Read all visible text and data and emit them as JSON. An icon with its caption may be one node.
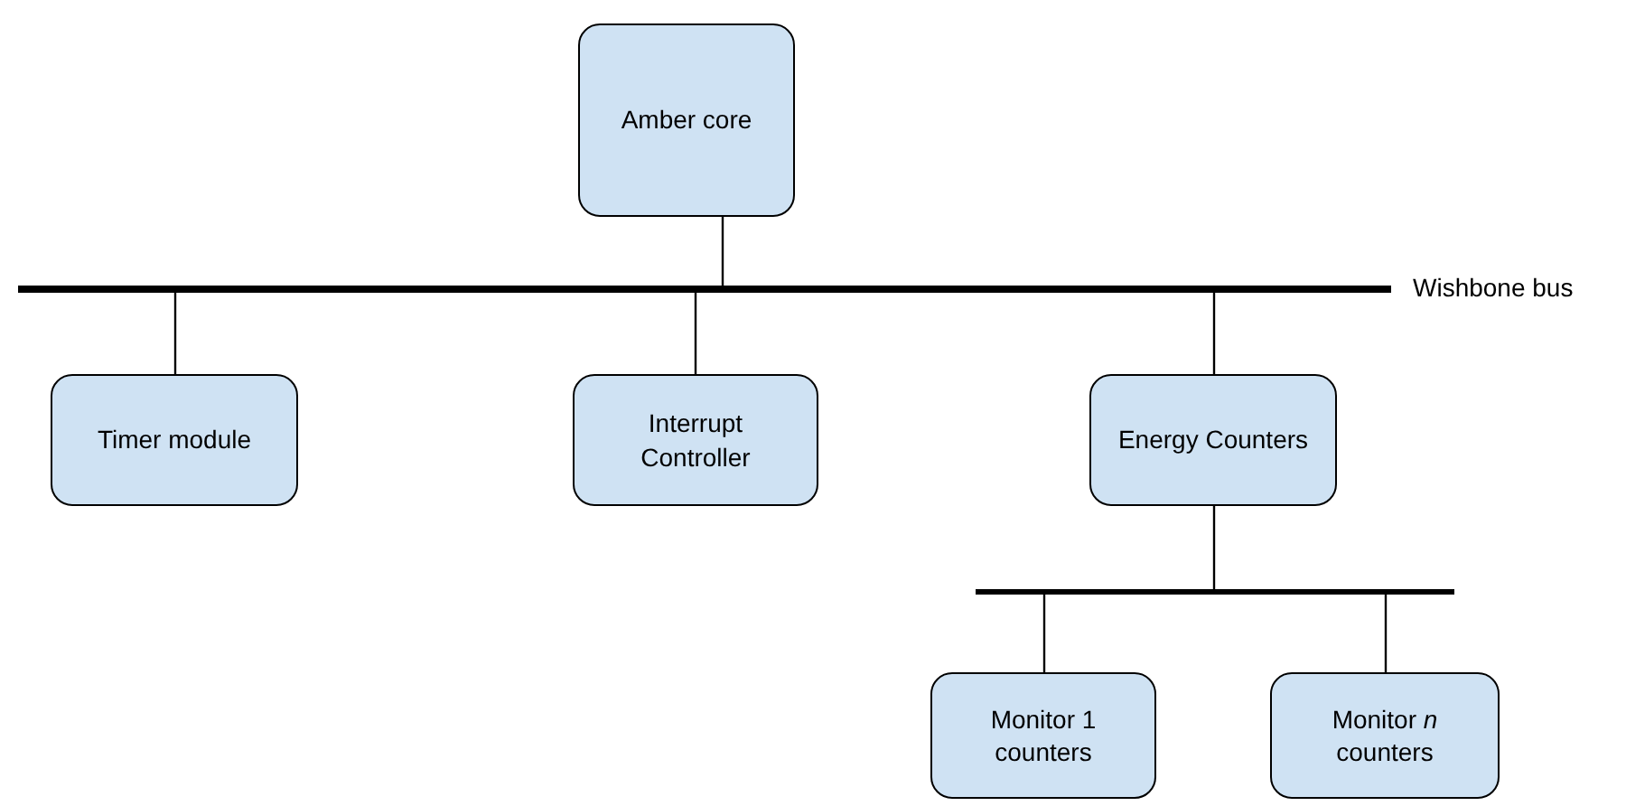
{
  "diagram": {
    "nodes": [
      {
        "text": [
          "Amber core"
        ]
      },
      {
        "text": [],
        "shape": "bar",
        "beside": [
          "Wishbone bus"
        ]
      },
      {
        "text": [
          "Timer module"
        ]
      },
      {
        "text": [
          "Interrupt Controller"
        ]
      },
      {
        "text": [
          "Energy Counters"
        ]
      },
      {
        "text": [],
        "shape": "bar"
      },
      {
        "text": [
          "Monitor 1 counters"
        ]
      },
      {
        "text": [
          "Monitor *n* counters"
        ]
      }
    ],
    "edges": [
      {
        "from": 0,
        "to": 1,
        "arrow": "none"
      },
      {
        "from": 1,
        "to": 2,
        "arrow": "none"
      },
      {
        "from": 1,
        "to": 3,
        "arrow": "none"
      },
      {
        "from": 1,
        "to": 4,
        "arrow": "none"
      },
      {
        "from": 4,
        "to": 5,
        "arrow": "none"
      },
      {
        "from": 5,
        "to": 6,
        "arrow": "none"
      },
      {
        "from": 5,
        "to": 7,
        "arrow": "none"
      }
    ]
  }
}
